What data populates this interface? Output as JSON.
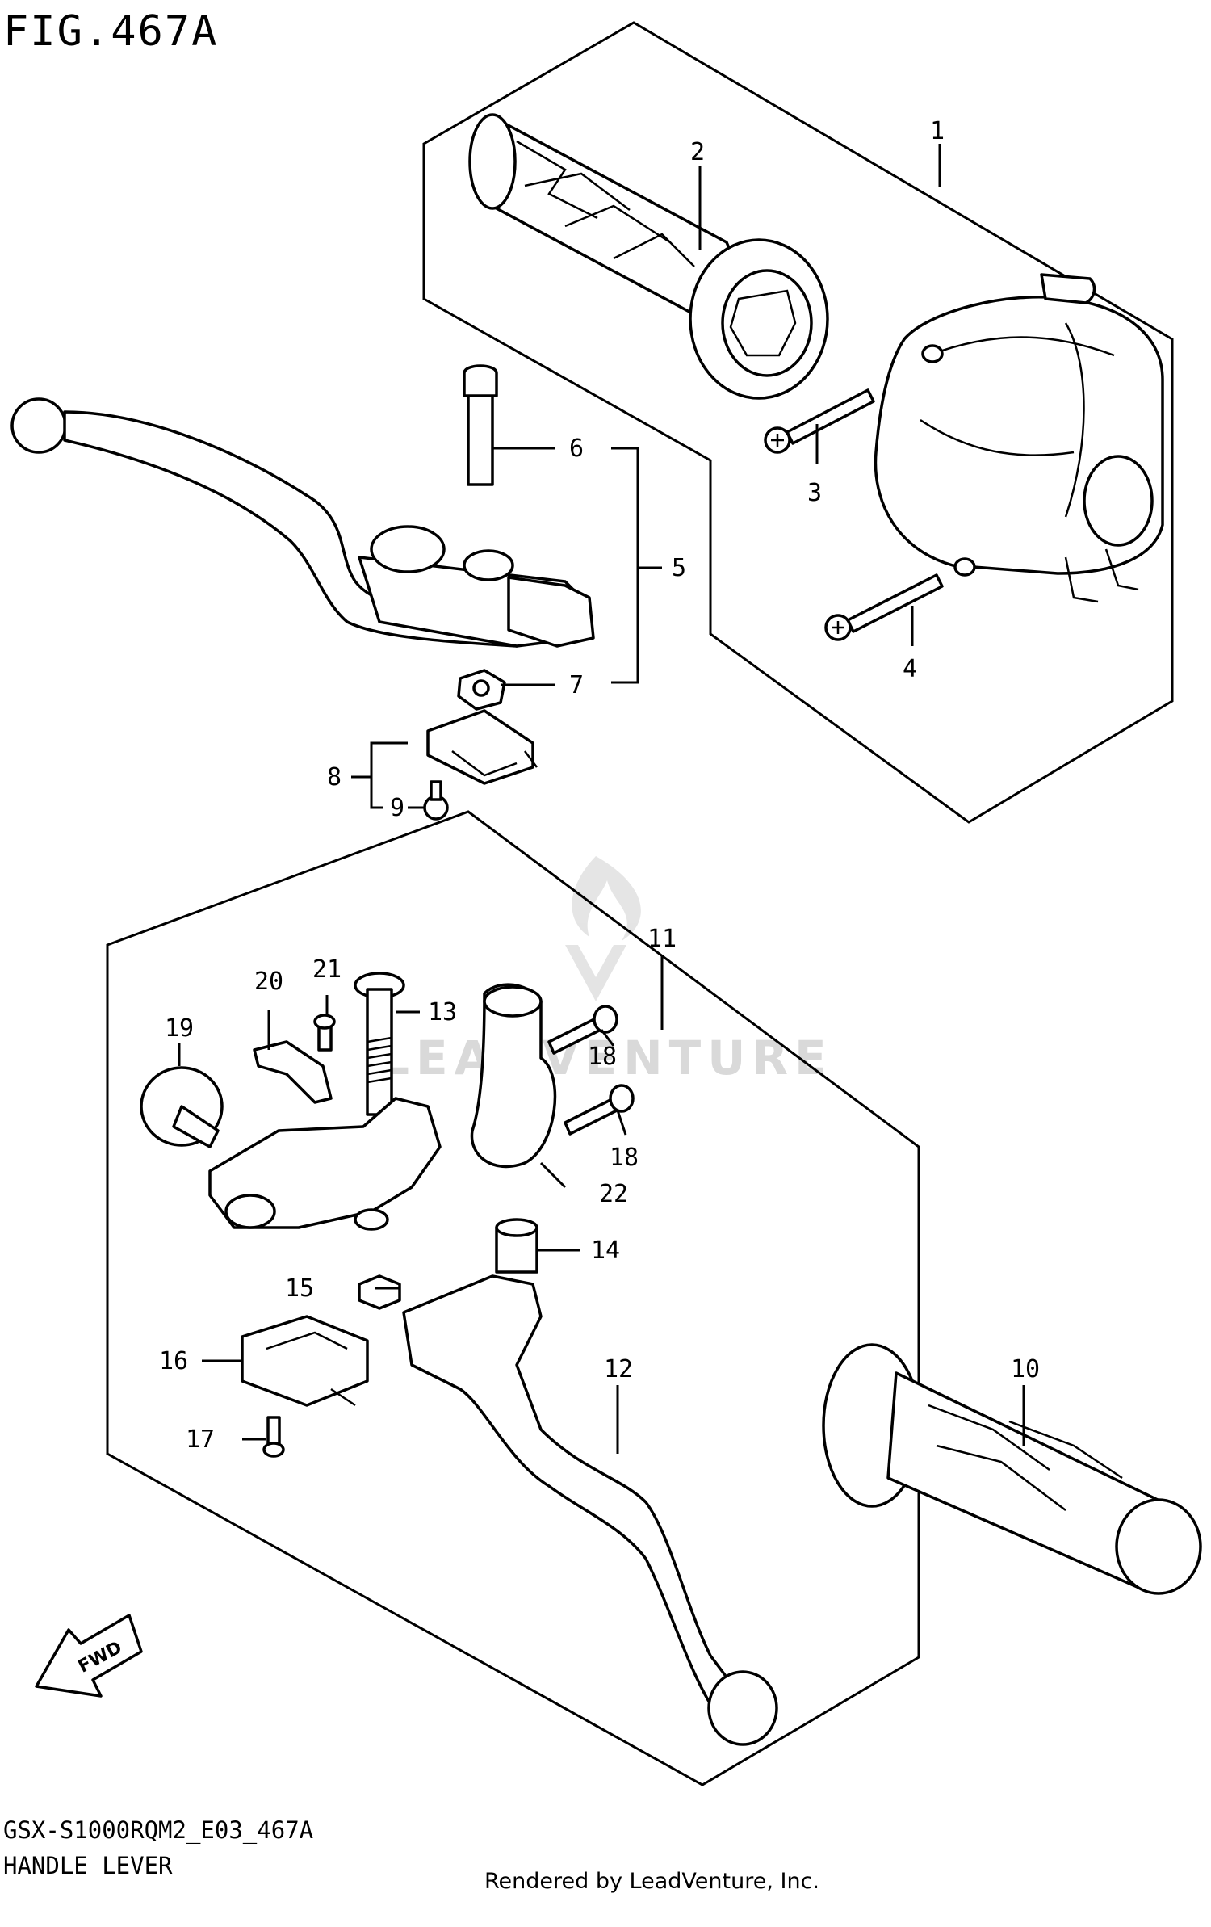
{
  "figure_title": "FIG.467A",
  "model_code": "GSX-S1000RQM2_E03_467A",
  "section_title": "HANDLE LEVER",
  "rendered_by": "Rendered by LeadVenture, Inc.",
  "watermark": "LEADVENTURE",
  "fwd_label": "FWD",
  "callouts": [
    "1",
    "2",
    "3",
    "4",
    "5",
    "6",
    "7",
    "8",
    "9",
    "10",
    "11",
    "12",
    "13",
    "14",
    "15",
    "16",
    "17",
    "18",
    "18",
    "19",
    "20",
    "21",
    "22"
  ]
}
